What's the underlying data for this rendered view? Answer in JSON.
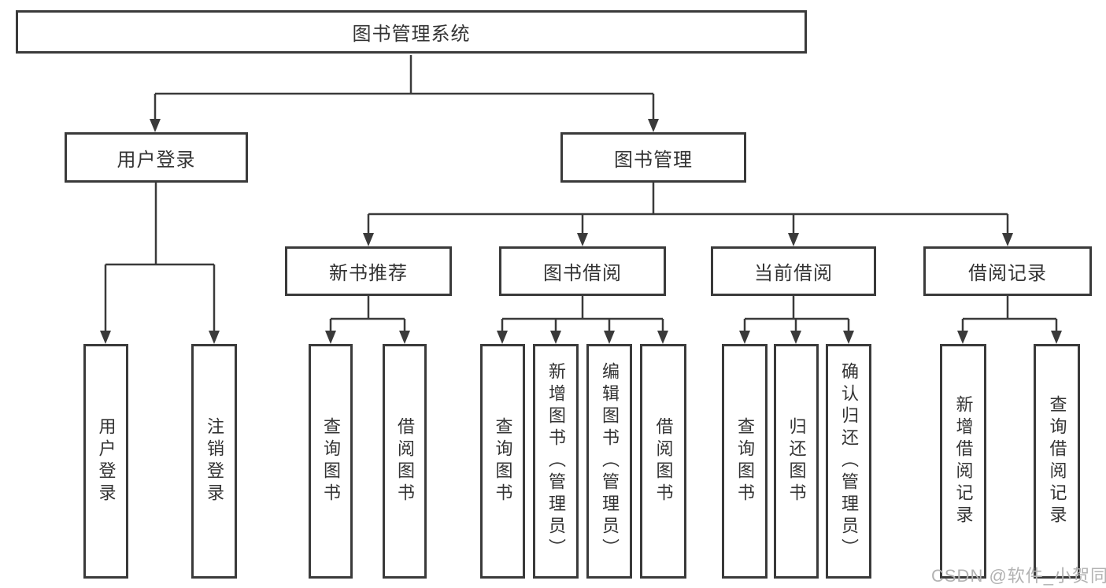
{
  "diagram": {
    "title": "图书管理系统",
    "watermark": "CSDN @软件_小贺同学",
    "colors": {
      "line": "#3a3a3a",
      "box_border": "#3a3a3a",
      "box_background": "#ffffff",
      "text": "#333333",
      "watermark": "#b2b2b2"
    }
  },
  "nodes": {
    "root": {
      "label": "图书管理系统"
    },
    "level1": [
      {
        "id": "user-login",
        "label": "用户登录"
      },
      {
        "id": "book-management",
        "label": "图书管理"
      }
    ],
    "level2": [
      {
        "id": "new-book-recommend",
        "label": "新书推荐"
      },
      {
        "id": "book-borrowing",
        "label": "图书借阅"
      },
      {
        "id": "current-borrowing",
        "label": "当前借阅"
      },
      {
        "id": "borrow-records",
        "label": "借阅记录"
      }
    ],
    "leaves": [
      {
        "parent": "user-login",
        "label": "用户登录"
      },
      {
        "parent": "user-login",
        "label": "注销登录"
      },
      {
        "parent": "new-book-recommend",
        "label": "查询图书"
      },
      {
        "parent": "new-book-recommend",
        "label": "借阅图书"
      },
      {
        "parent": "book-borrowing",
        "label": "查询图书"
      },
      {
        "parent": "book-borrowing",
        "label": "新增图书（管理员）"
      },
      {
        "parent": "book-borrowing",
        "label": "编辑图书（管理员）"
      },
      {
        "parent": "book-borrowing",
        "label": "借阅图书"
      },
      {
        "parent": "current-borrowing",
        "label": "查询图书"
      },
      {
        "parent": "current-borrowing",
        "label": "归还图书"
      },
      {
        "parent": "current-borrowing",
        "label": "确认归还（管理员）"
      },
      {
        "parent": "borrow-records",
        "label": "新增借阅记录"
      },
      {
        "parent": "borrow-records",
        "label": "查询借阅记录"
      }
    ]
  }
}
